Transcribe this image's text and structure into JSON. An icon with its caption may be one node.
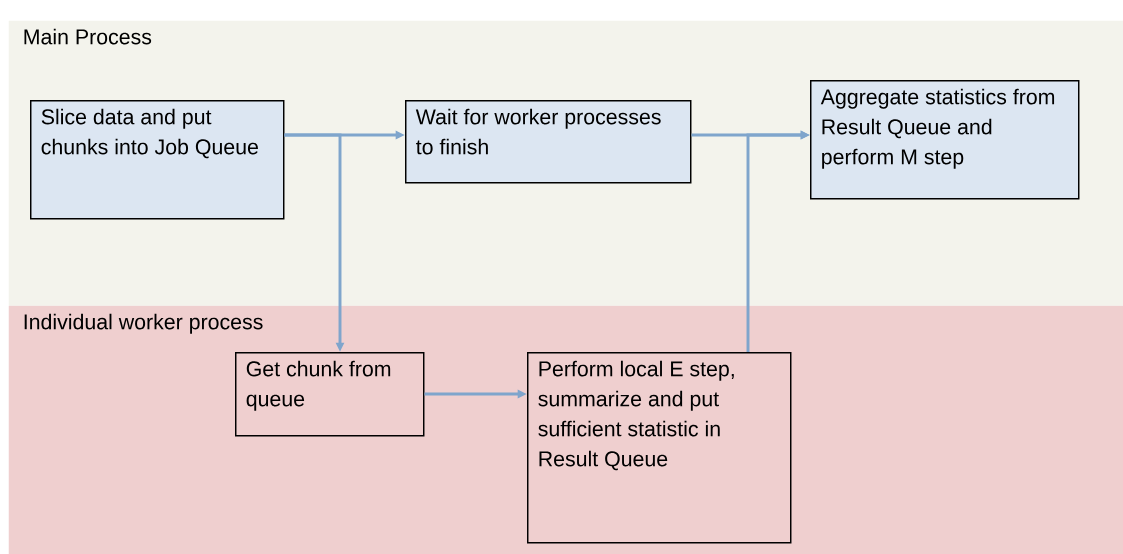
{
  "diagram": {
    "nodes": [
      {
        "text": [
          "Main Process"
        ]
      },
      {
        "text": [
          "Individual worker process"
        ]
      },
      {
        "text": [
          "Slice data and put chunks into Job Queue"
        ],
        "in": 0
      },
      {
        "text": [
          "Wait for worker processes to finish"
        ],
        "in": 0
      },
      {
        "text": [
          "Aggregate statistics from Result Queue and perform M step"
        ],
        "in": 0
      },
      {
        "text": [
          "Get chunk from queue"
        ],
        "in": 1
      },
      {
        "text": [
          "Perform local E step, summarize and put sufficient statistic in Result Queue"
        ],
        "in": 1
      }
    ],
    "edges": [
      {
        "from": 2,
        "to": 3,
        "arrow": "to"
      },
      {
        "from": 2,
        "to": 5,
        "arrow": "to"
      },
      {
        "from": 3,
        "to": 4,
        "arrow": "to"
      },
      {
        "from": 6,
        "to": 4,
        "arrow": "to"
      },
      {
        "from": 5,
        "to": 6,
        "arrow": "to"
      }
    ]
  }
}
